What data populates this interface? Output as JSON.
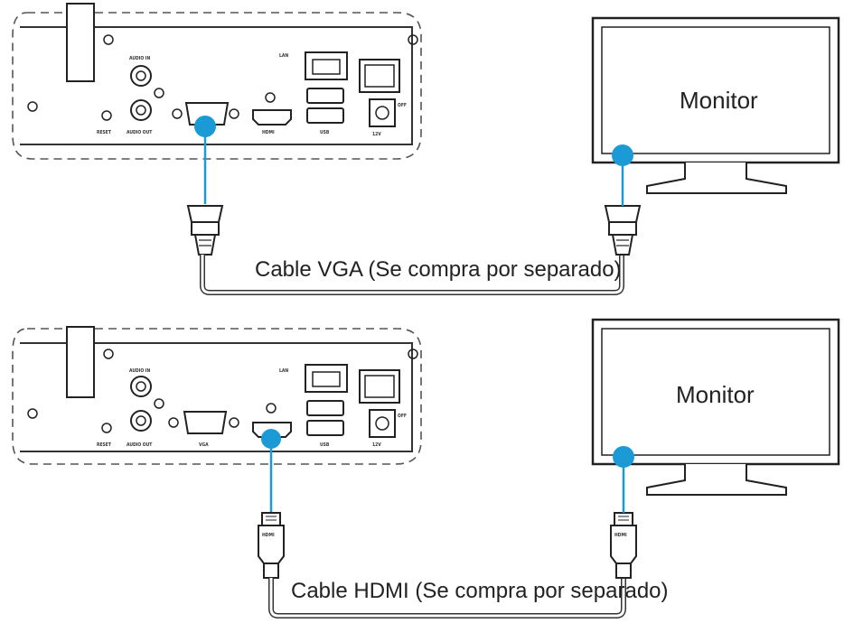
{
  "colors": {
    "accent": "#1b9ad6",
    "line": "#333333"
  },
  "icons": [
    "vga-connector-icon",
    "hdmi-connector-icon",
    "monitor-icon",
    "power-switch-icon"
  ],
  "diagrams": [
    {
      "id": "vga",
      "monitor_label": "Monitor",
      "cable_caption": "Cable VGA (Se compra por separado)",
      "ports": {
        "audio_in": "AUDIO IN",
        "audio_out": "AUDIO OUT",
        "reset": "RESET",
        "hdmi": "HDMI",
        "lan": "LAN",
        "usb": "USB",
        "power": "12V",
        "off": "OFF"
      }
    },
    {
      "id": "hdmi",
      "monitor_label": "Monitor",
      "cable_caption": "Cable HDMI (Se compra por separado)",
      "plug_text": "HDMI",
      "ports": {
        "audio_in": "AUDIO IN",
        "audio_out": "AUDIO OUT",
        "reset": "RESET",
        "vga": "VGA",
        "lan": "LAN",
        "usb": "USB",
        "power": "12V",
        "off": "OFF"
      }
    }
  ]
}
